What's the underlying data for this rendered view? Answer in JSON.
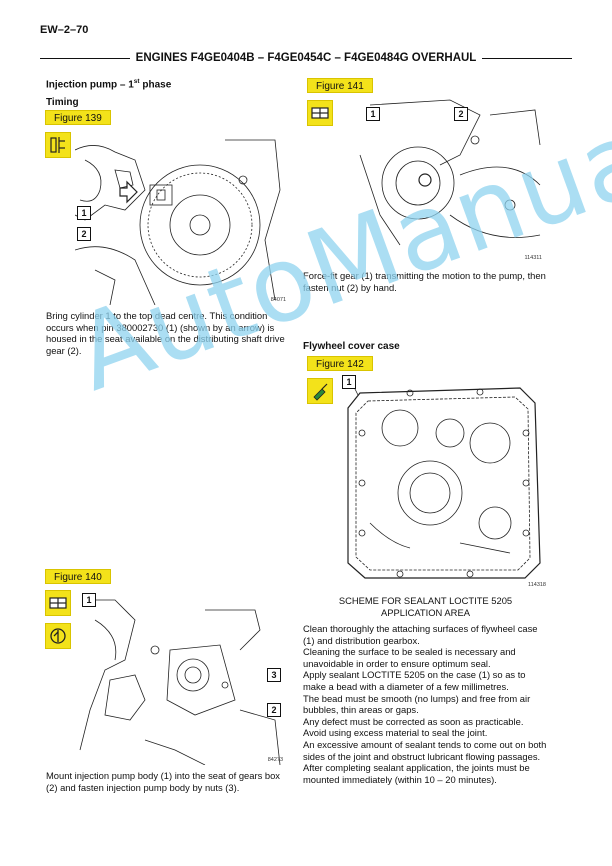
{
  "page_number": "EW–2–70",
  "header_title": "ENGINES F4GE0404B – F4GE0454C – F4GE0484G OVERHAUL",
  "section_left": {
    "title": "Injection pump – 1",
    "title_sup": "st",
    "title_end": " phase",
    "subtitle": "Timing"
  },
  "fig139": {
    "label": "Figure 139",
    "code": "84071",
    "callouts": [
      "1",
      "2"
    ]
  },
  "fig139_text": "Bring cylinder 1 to the top dead centre. This condition occurs when pin 380002730 (1) (shown by an arrow) is housed in the seat available on the distributing shaft drive gear (2).",
  "fig140": {
    "label": "Figure 140",
    "code": "84273",
    "callouts": [
      "1",
      "3",
      "2"
    ]
  },
  "fig140_text": "Mount injection pump body (1) into the seat of gears box (2) and fasten injection pump body by nuts (3).",
  "fig141": {
    "label": "Figure 141",
    "code": "114311",
    "callouts": [
      "1",
      "2"
    ]
  },
  "fig141_text": "Force-fit gear (1) transmitting the motion to the pump, then fasten nut (2) by hand.",
  "section_right": {
    "title": "Flywheel cover case"
  },
  "fig142": {
    "label": "Figure 142",
    "code": "114318",
    "callouts": [
      "1"
    ]
  },
  "scheme_title_1": "SCHEME FOR SEALANT LOCTITE 5205",
  "scheme_title_2": "APPLICATION AREA",
  "scheme_paragraphs": [
    "Clean thoroughly the attaching surfaces of flywheel case (1) and distribution gearbox.",
    "Cleaning the surface to be sealed is necessary and unavoidable in order to ensure optimum seal.",
    "Apply sealant LOCTITE 5205 on the case (1) so as to make a bead with a diameter of a few millimetres.",
    "The bead must be smooth (no lumps) and free from air bubbles, thin areas or gaps.",
    "Any defect must be corrected as soon as practicable.",
    "Avoid using excess material to seal the joint.",
    "An excessive amount of sealant tends to come out on both sides of the joint and obstruct lubricant flowing passages.",
    "After completing sealant application, the joints must be mounted immediately (within 10 – 20 minutes)."
  ],
  "watermark": "AutoManual",
  "colors": {
    "figure_label_bg": "#f3e21a",
    "watermark": "#8fd3ef"
  }
}
